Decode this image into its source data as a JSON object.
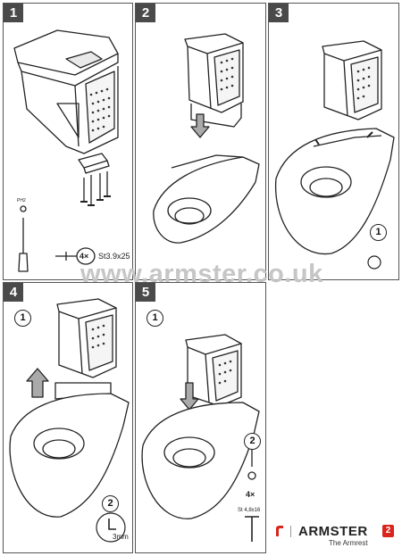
{
  "steps": [
    {
      "number": "1",
      "screw_count": "4×",
      "screw_spec": "St3.9x25",
      "tool_label": "PH2"
    },
    {
      "number": "2"
    },
    {
      "number": "3",
      "callout": "1"
    },
    {
      "number": "4",
      "callout_a": "1",
      "callout_b": "2",
      "hex_size": "3mm"
    },
    {
      "number": "5",
      "callout_a": "1",
      "callout_b": "2",
      "screw_count": "4×",
      "screw_spec": "St 4,8x16"
    }
  ],
  "watermark": "www.armster.co.uk",
  "brand": {
    "name": "ARMSTER",
    "model": "2",
    "tagline": "The Armrest",
    "accent_color": "#d9251c"
  }
}
